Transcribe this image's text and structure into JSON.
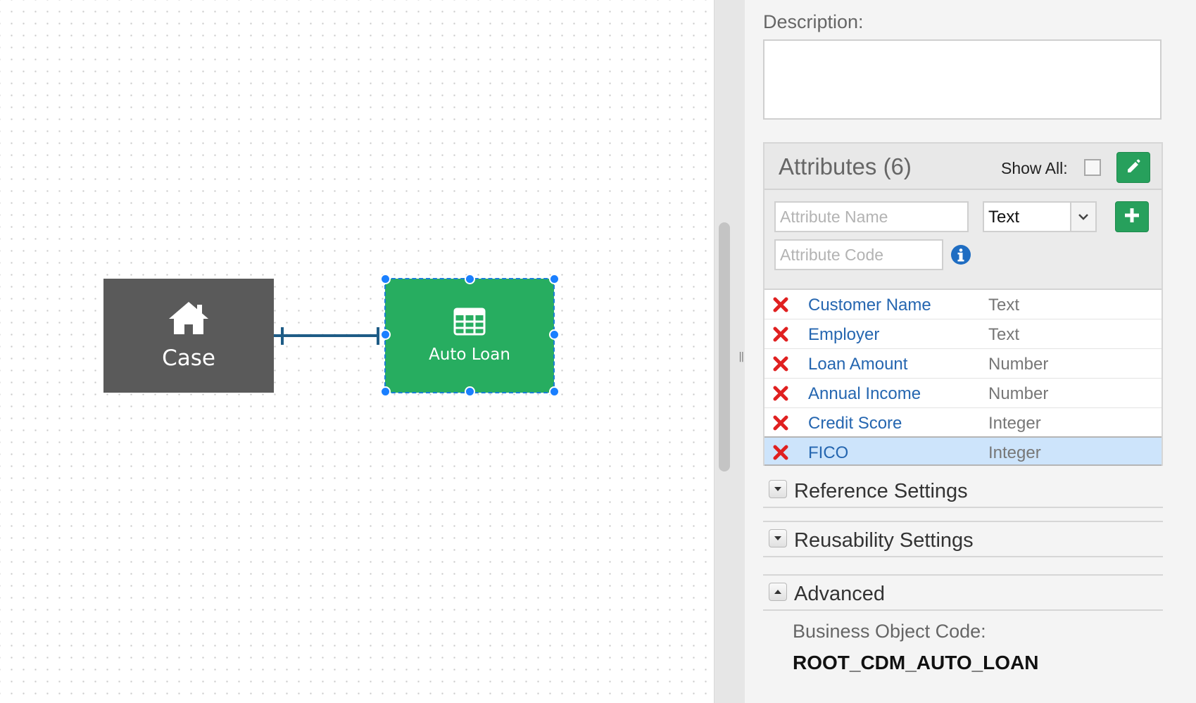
{
  "canvas": {
    "nodes": {
      "case": {
        "label": "Case",
        "icon": "home-icon",
        "color": "#5a5a5a"
      },
      "auto_loan": {
        "label": "Auto Loan",
        "icon": "table-icon",
        "color": "#27ad60",
        "selected": true
      }
    },
    "connector_color": "#1e5c86",
    "handle_color": "#1a7fff"
  },
  "panel": {
    "description_label": "Description:",
    "description_value": "",
    "attributes": {
      "title": "Attributes (6)",
      "show_all_label": "Show All:",
      "show_all_checked": false,
      "name_placeholder": "Attribute Name",
      "code_placeholder": "Attribute Code",
      "type_selected": "Text",
      "items": [
        {
          "name": "Customer Name",
          "type": "Text"
        },
        {
          "name": "Employer",
          "type": "Text"
        },
        {
          "name": "Loan Amount",
          "type": "Number"
        },
        {
          "name": "Annual Income",
          "type": "Number"
        },
        {
          "name": "Credit Score",
          "type": "Integer"
        },
        {
          "name": "FICO",
          "type": "Integer",
          "selected": true
        }
      ]
    },
    "sections": {
      "reference": "Reference Settings",
      "reusability": "Reusability Settings",
      "advanced": "Advanced"
    },
    "advanced": {
      "boc_label": "Business Object Code:",
      "boc_value": "ROOT_CDM_AUTO_LOAN"
    }
  },
  "colors": {
    "accent_green": "#27a05c",
    "link_blue": "#2566b0",
    "delete_red": "#e02020",
    "selected_row": "#cde4fb"
  }
}
